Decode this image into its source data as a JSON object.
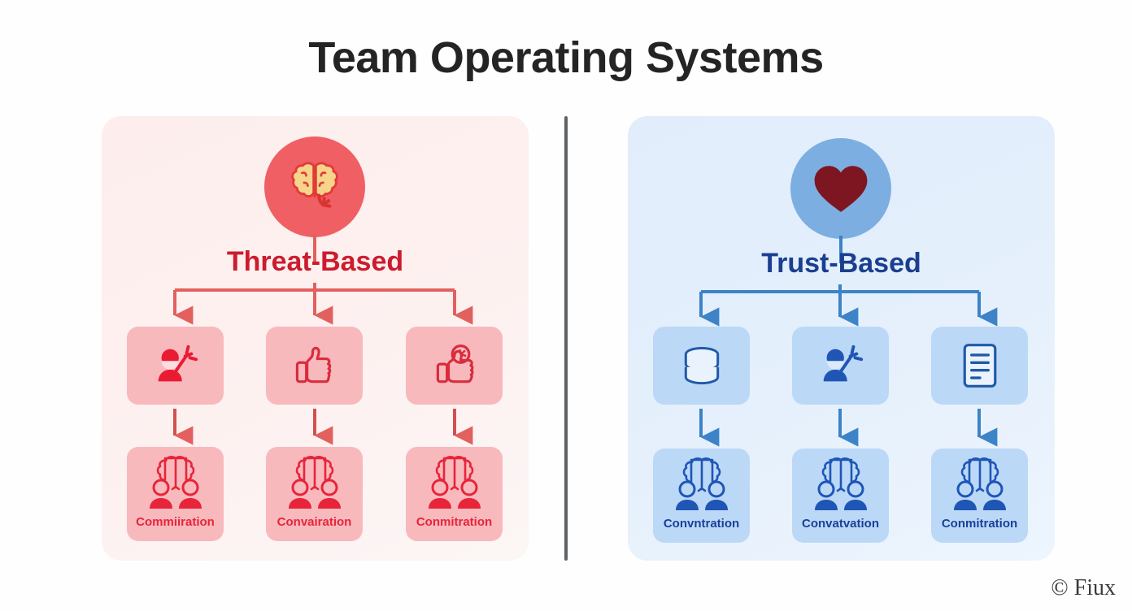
{
  "title": "Team Operating Systems",
  "watermark": "© Fiux",
  "colors": {
    "title_text": "#242424",
    "left_panel_bg": "#fdeeed",
    "right_panel_bg": "#e4effc",
    "left_accent": "#cd1b2e",
    "right_accent": "#1b3f8f",
    "left_tile": "#f8b9bd",
    "right_tile": "#bcd8f7",
    "left_arrow": "#e2605e",
    "right_arrow": "#3c83c8",
    "left_circle": "#ef5f63",
    "right_circle": "#7daee2",
    "heart": "#7d1620",
    "brain_fill": "#f6d58a",
    "divider": "#5f6366"
  },
  "divider": {
    "name": "vertical-divider"
  },
  "panels": [
    {
      "side": "left",
      "heading": "Threat-Based",
      "head_icon": "brain-icon",
      "middle_row": [
        {
          "icon": "person-pointer-icon"
        },
        {
          "icon": "thumbs-up-icon"
        },
        {
          "icon": "thumbs-up-person-icon"
        }
      ],
      "bottom_row": [
        {
          "icon": "brain-people-icon",
          "label": "Commiiration"
        },
        {
          "icon": "brain-people-icon",
          "label": "Convairation"
        },
        {
          "icon": "brain-people-icon",
          "label": "Conmitration"
        }
      ]
    },
    {
      "side": "right",
      "heading": "Trust-Based",
      "head_icon": "heart-icon",
      "middle_row": [
        {
          "icon": "database-icon"
        },
        {
          "icon": "person-pointer-icon"
        },
        {
          "icon": "document-icon"
        }
      ],
      "bottom_row": [
        {
          "icon": "brain-people-icon",
          "label": "Convntration"
        },
        {
          "icon": "brain-people-icon",
          "label": "Convatvation"
        },
        {
          "icon": "brain-people-icon",
          "label": "Conmitration"
        }
      ]
    }
  ]
}
